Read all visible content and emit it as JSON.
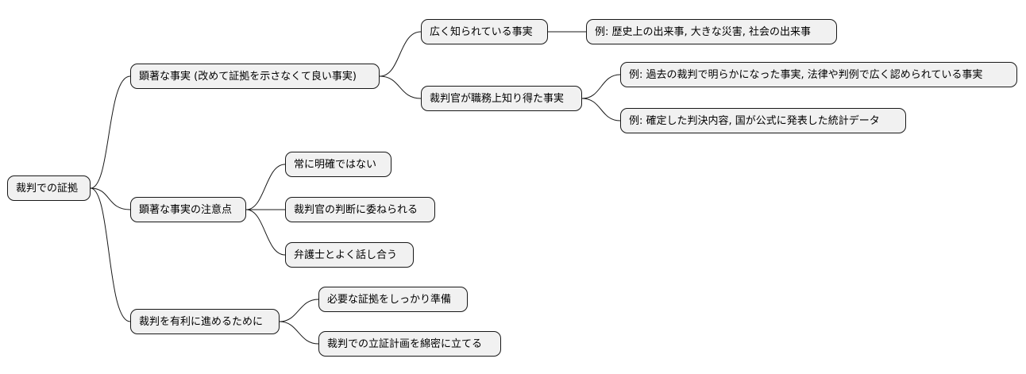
{
  "root": "裁判での証拠",
  "branches": [
    {
      "label": "顕著な事実 (改めて証拠を示さなくて良い事実)",
      "children": [
        {
          "label": "広く知られている事実",
          "example": "例: 歴史上の出来事, 大きな災害, 社会の出来事"
        },
        {
          "label": "裁判官が職務上知り得た事実",
          "examples": [
            "例: 過去の裁判で明らかになった事実, 法律や判例で広く認められている事実",
            "例: 確定した判決内容, 国が公式に発表した統計データ"
          ]
        }
      ]
    },
    {
      "label": "顕著な事実の注意点",
      "children": [
        "常に明確ではない",
        "裁判官の判断に委ねられる",
        "弁護士とよく話し合う"
      ]
    },
    {
      "label": "裁判を有利に進めるために",
      "children": [
        "必要な証拠をしっかり準備",
        "裁判での立証計画を綿密に立てる"
      ]
    }
  ],
  "colors": {
    "node_fill": "#f1f1f1",
    "node_border": "#181818",
    "edge": "#181818"
  }
}
